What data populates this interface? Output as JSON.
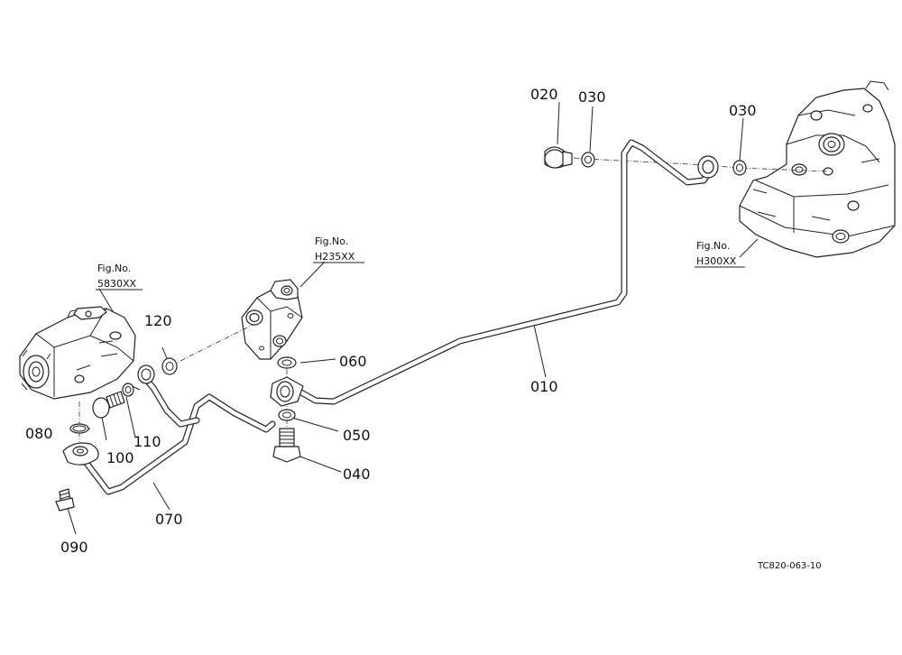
{
  "parts": [
    {
      "id": "p010",
      "label": "010",
      "name": "pipe-010"
    },
    {
      "id": "p020",
      "label": "020",
      "name": "plug-020"
    },
    {
      "id": "p030a",
      "label": "030",
      "name": "gasket-030"
    },
    {
      "id": "p030b",
      "label": "030",
      "name": "gasket-030"
    },
    {
      "id": "p040",
      "label": "040",
      "name": "bolt-040"
    },
    {
      "id": "p050",
      "label": "050",
      "name": "gasket-050"
    },
    {
      "id": "p060",
      "label": "060",
      "name": "gasket-060"
    },
    {
      "id": "p070",
      "label": "070",
      "name": "pipe-070"
    },
    {
      "id": "p080",
      "label": "080",
      "name": "o-ring-080"
    },
    {
      "id": "p090",
      "label": "090",
      "name": "nipple-090"
    },
    {
      "id": "p100",
      "label": "100",
      "name": "bolt-100"
    },
    {
      "id": "p110",
      "label": "110",
      "name": "gasket-110"
    },
    {
      "id": "p120",
      "label": "120",
      "name": "gasket-120"
    }
  ],
  "figure_refs": [
    {
      "id": "f1",
      "line1": "Fig.No.",
      "line2": "5830XX"
    },
    {
      "id": "f2",
      "line1": "Fig.No.",
      "line2": "H235XX"
    },
    {
      "id": "f3",
      "line1": "Fig.No.",
      "line2": "H300XX"
    }
  ],
  "drawing_code": "TC820-063-10"
}
